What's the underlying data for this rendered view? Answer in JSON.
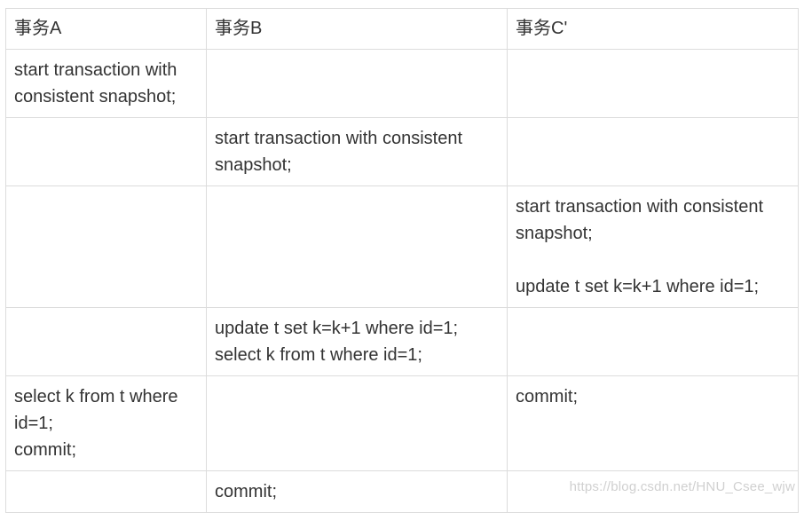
{
  "table": {
    "headers": [
      "事务A",
      "事务B",
      "事务C'"
    ],
    "rows": [
      [
        "start transaction with\nconsistent snapshot;",
        "",
        ""
      ],
      [
        "",
        "start transaction with consistent\nsnapshot;",
        ""
      ],
      [
        "",
        "",
        "start transaction with consistent\nsnapshot;\n\nupdate t set k=k+1 where id=1;"
      ],
      [
        "",
        "update t set k=k+1 where id=1;\nselect k from t where id=1;",
        ""
      ],
      [
        "select k from t where\nid=1;\ncommit;",
        "",
        "commit;"
      ],
      [
        "",
        "commit;",
        ""
      ]
    ]
  },
  "watermark": "https://blog.csdn.net/HNU_Csee_wjw"
}
